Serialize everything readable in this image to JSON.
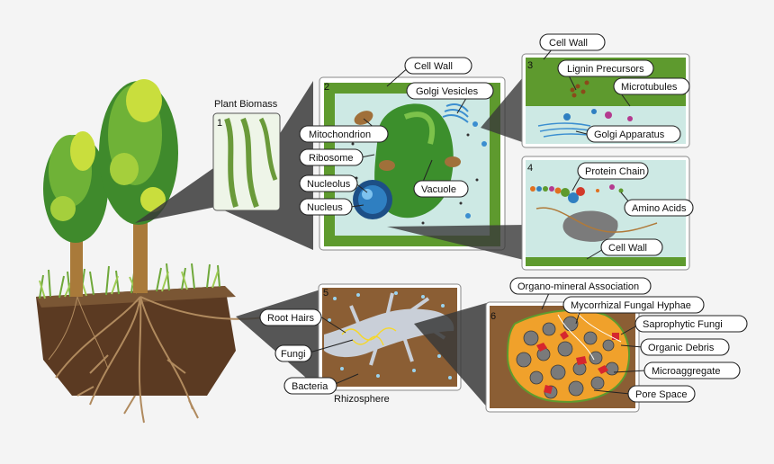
{
  "sections": {
    "plant_biomass": "Plant Biomass",
    "rhizosphere": "Rhizosphere"
  },
  "panels": [
    {
      "number": "1"
    },
    {
      "number": "2",
      "labels": [
        "Cell Wall",
        "Golgi Vesicles",
        "Mitochondrion",
        "Ribosome",
        "Nucleolus",
        "Nucleus",
        "Vacuole"
      ]
    },
    {
      "number": "3",
      "labels": [
        "Cell Wall",
        "Lignin Precursors",
        "Microtubules",
        "Golgi Apparatus"
      ]
    },
    {
      "number": "4",
      "labels": [
        "Protein Chain",
        "Amino Acids",
        "Cell Wall"
      ]
    },
    {
      "number": "5",
      "labels": [
        "Root Hairs",
        "Fungi",
        "Bacteria"
      ]
    },
    {
      "number": "6",
      "labels": [
        "Organo-mineral Association",
        "Mycorrhizal Fungal Hyphae",
        "Saprophytic Fungi",
        "Organic Debris",
        "Microaggregate",
        "Pore Space"
      ]
    }
  ],
  "colors": {
    "cell_wall_green": "#5e9a2e",
    "vacuole_green": "#3c8f2c",
    "cytoplasm": "#cde9e4",
    "soil_brown": "#7a5634",
    "nucleus_blue": "#2f7fc1",
    "aggregate_orange": "#f0a12b",
    "debris_red": "#d6262e"
  }
}
